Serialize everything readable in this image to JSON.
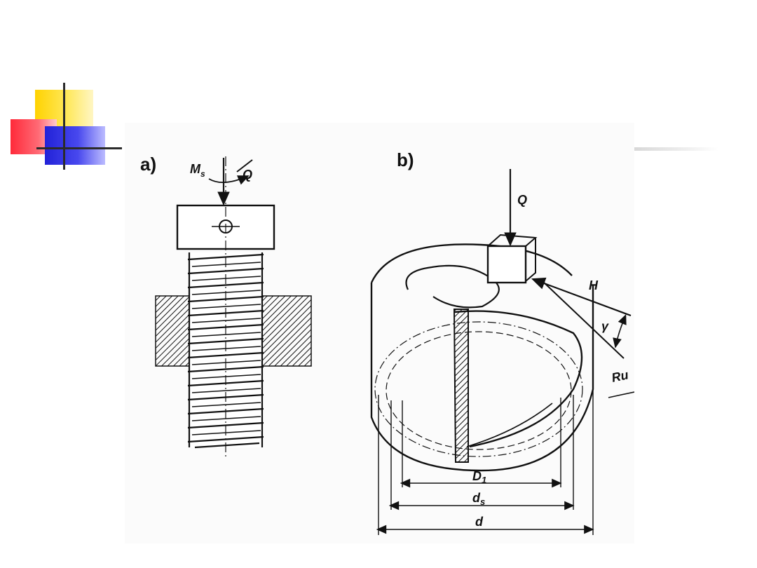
{
  "figure": {
    "panel_a": {
      "label": "a)",
      "torque": "M",
      "torque_sub": "s",
      "load": "Q"
    },
    "panel_b": {
      "label": "b)",
      "load": "Q",
      "force_h": "H",
      "angle": "γ",
      "direction": "Ru",
      "dim_d1": "D",
      "dim_d1_sub": "1",
      "dim_ds": "d",
      "dim_ds_sub": "s",
      "dim_d": "d"
    }
  },
  "colors": {
    "yellow": "#ffd200",
    "red": "#ff2a3a",
    "blue": "#2222d8",
    "ink": "#111111"
  }
}
